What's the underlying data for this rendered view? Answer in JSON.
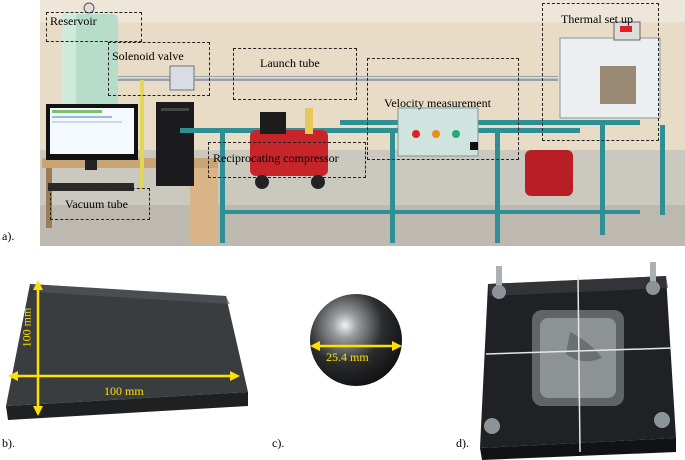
{
  "panels": {
    "a": {
      "tag": "a).",
      "labels": {
        "reservoir": "Reservoir",
        "solenoid": "Solenoid valve",
        "launch": "Launch tube",
        "velocity": "Velocity measurement",
        "thermal": "Thermal set up",
        "compressor": "Reciprocating compressor",
        "vacuum": "Vacuum tube"
      }
    },
    "b": {
      "tag": "b).",
      "dim_vertical": "100 mm",
      "dim_horizontal": "100 mm"
    },
    "c": {
      "tag": "c).",
      "dim_diameter": "25.4 mm"
    },
    "d": {
      "tag": "d)."
    }
  },
  "colors": {
    "dimension": "#ffe000",
    "frame_teal": "#2e8f95",
    "compressor_red": "#c8252b"
  }
}
